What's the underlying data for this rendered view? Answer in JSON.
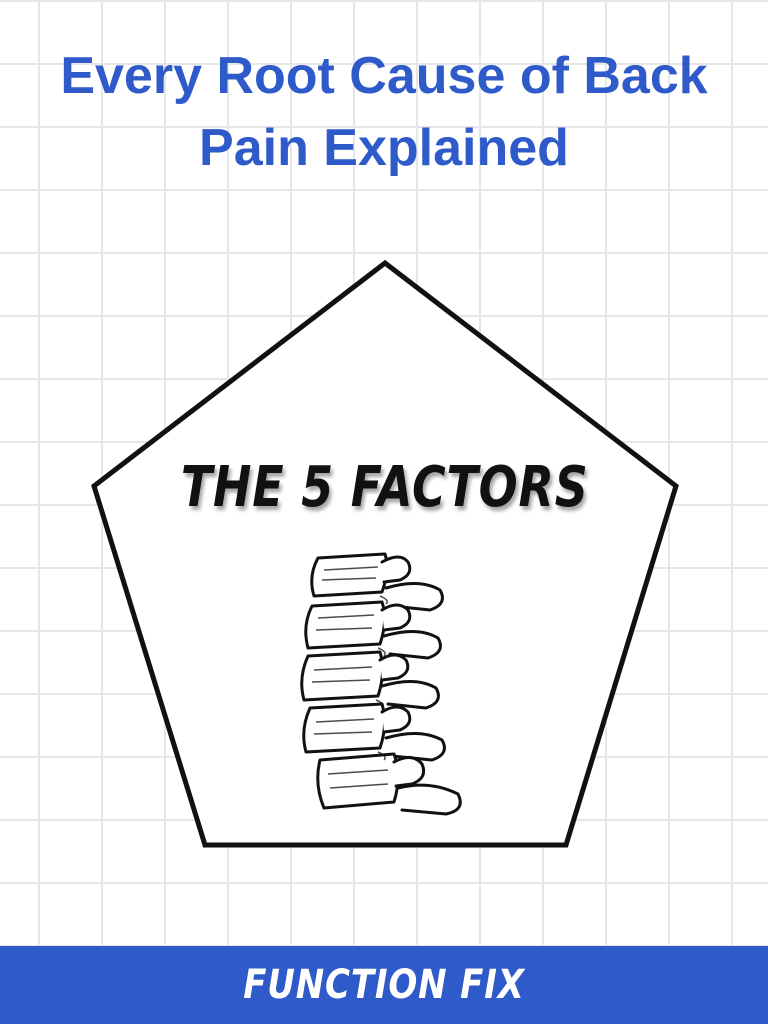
{
  "title": {
    "line1": "Every Root Cause of Back",
    "line2": "Pain Explained"
  },
  "center": {
    "heading": "THE 5 FACTORS"
  },
  "illustration": {
    "icon": "spine-vertebrae-icon"
  },
  "footer": {
    "brand": "FUNCTION FIX"
  },
  "colors": {
    "accent": "#2e5bc9",
    "grid": "#e6e6e6",
    "outline": "#111111"
  }
}
